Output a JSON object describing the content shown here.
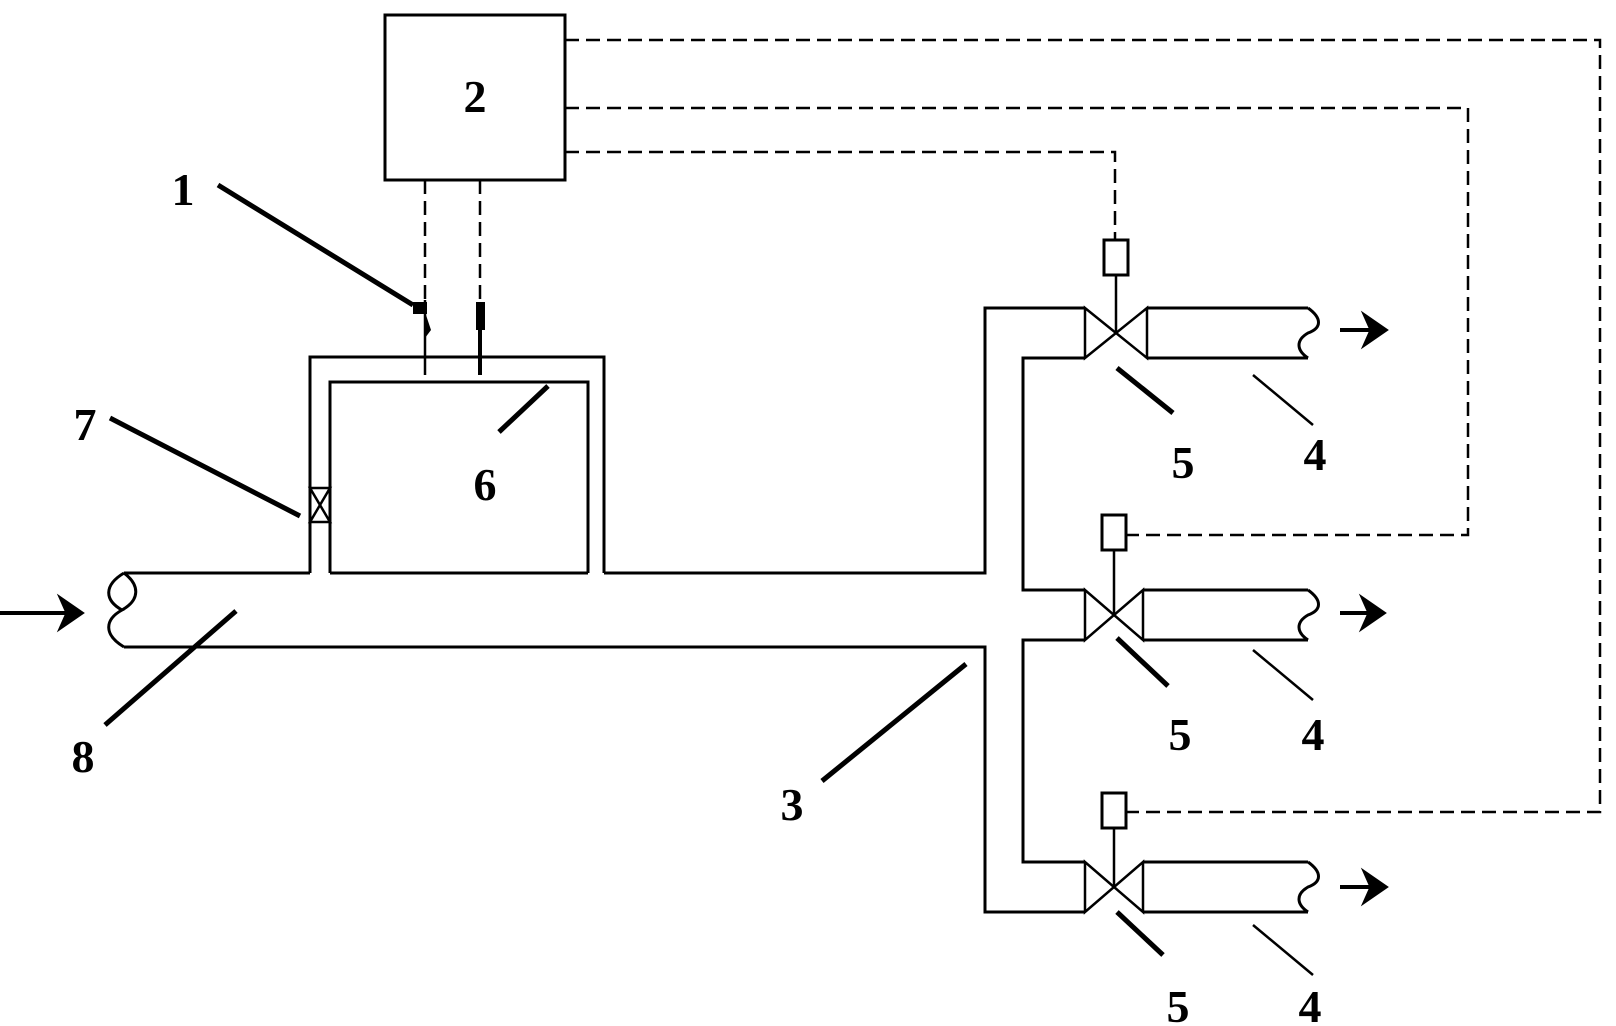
{
  "labels": {
    "sensor": "1",
    "controller": "2",
    "manifold": "3",
    "outlet_pipe": "4",
    "valve": "5",
    "chamber": "6",
    "bypass_valve": "7",
    "main_pipe": "8"
  }
}
